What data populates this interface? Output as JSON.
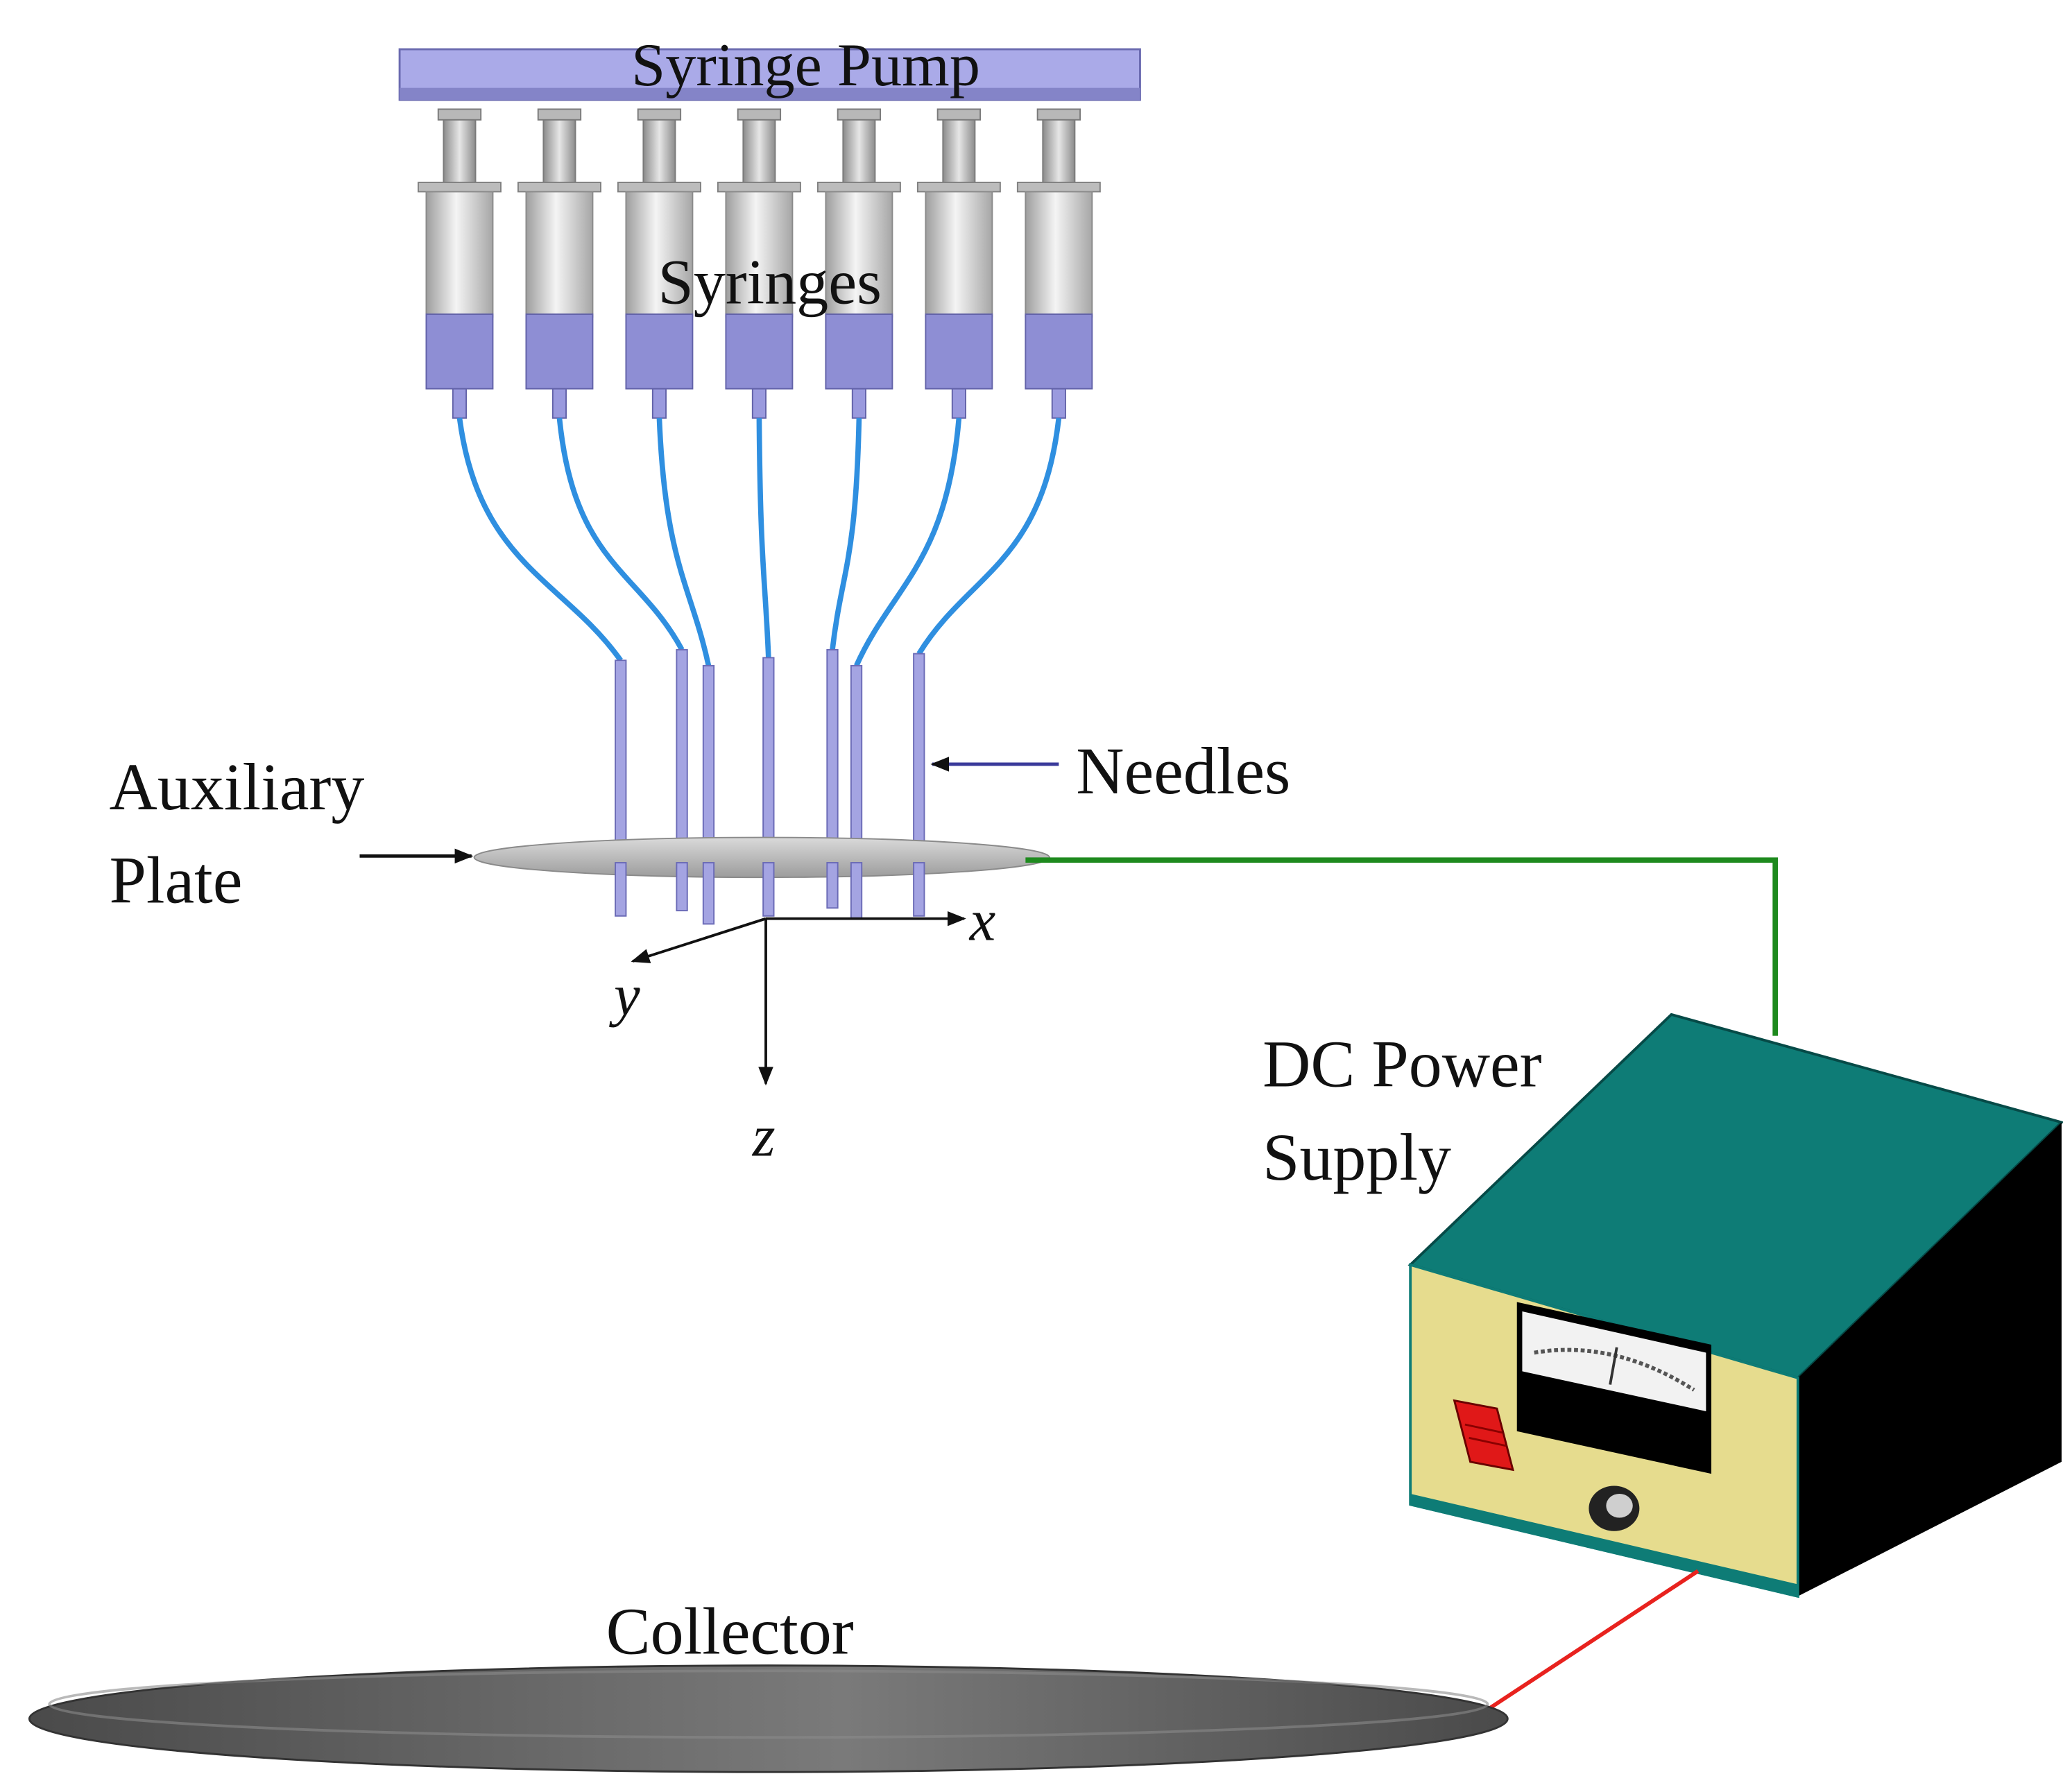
{
  "labels": {
    "syringe_pump": "Syringe Pump",
    "syringes": "Syringes",
    "needles": "Needles",
    "auxiliary_line1": "Auxiliary",
    "auxiliary_line2": "Plate",
    "axis_x": "x",
    "axis_y": "y",
    "axis_z": "z",
    "power_line1": "DC Power",
    "power_line2": "Supply",
    "collector": "Collector"
  },
  "colors": {
    "pump_bar": "#aaaae8",
    "syringe_body": "#d0d0d0",
    "syringe_liquid": "#8e8ed4",
    "tube": "#2f8fe0",
    "needle": "#a4a4e2",
    "aux_plate": "#c4c4c4",
    "ground_wire": "#1e8a1e",
    "hv_wire": "#e8221e",
    "box_top": "#0e7c76",
    "box_front": "#e6dc8e",
    "box_side": "#000000",
    "switch": "#e01818",
    "collector": "#5c5c5c"
  },
  "icons": {
    "meter": "analog-meter-icon",
    "switch": "power-switch-icon",
    "knob": "voltage-knob-icon"
  }
}
